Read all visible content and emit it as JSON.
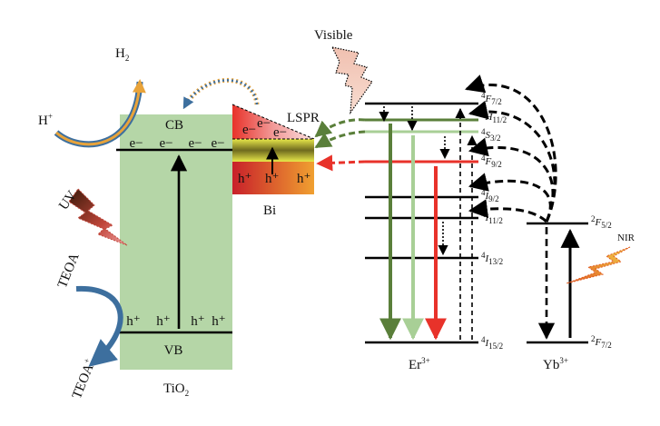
{
  "title": "",
  "tio2": {
    "label": "TiO",
    "label_sub": "2",
    "cb_label": "CB",
    "vb_label": "VB",
    "electrons": [
      "e−",
      "e−",
      "e−",
      "e−"
    ],
    "holes": [
      "h⁺",
      "h⁺",
      "h⁺",
      "h⁺"
    ]
  },
  "bi": {
    "label": "Bi",
    "electrons": [
      "e−",
      "e−",
      "e−"
    ],
    "holes": [
      "h⁺",
      "h⁺",
      "h⁺"
    ],
    "lspr_label": "LSPR"
  },
  "reactions": {
    "h2": "H",
    "h2_sub": "2",
    "hplus": "H",
    "hplus_sup": "+",
    "teoa": "TEOA",
    "teoa_plus": "TEOA",
    "teoa_plus_sup": "+"
  },
  "light": {
    "uv": "UV",
    "visible": "Visible",
    "nir": "NIR"
  },
  "er": {
    "label": "Er",
    "label_sup": "3+",
    "levels": [
      {
        "sup": "4",
        "main": "F",
        "sub": "7/2"
      },
      {
        "sup": "2",
        "main": "H",
        "sub": "11/2"
      },
      {
        "sup": "4",
        "main": "S",
        "sub": "3/2"
      },
      {
        "sup": "4",
        "main": "F",
        "sub": "9/2"
      },
      {
        "sup": "4",
        "main": "I",
        "sub": "9/2"
      },
      {
        "sup": "4",
        "main": "I",
        "sub": "11/2"
      },
      {
        "sup": "4",
        "main": "I",
        "sub": "13/2"
      },
      {
        "sup": "4",
        "main": "I",
        "sub": "15/2"
      }
    ]
  },
  "yb": {
    "label": "Yb",
    "label_sup": "3+",
    "levels": [
      {
        "sup": "2",
        "main": "F",
        "sub": "5/2"
      },
      {
        "sup": "2",
        "main": "F",
        "sub": "7/2"
      }
    ]
  },
  "colors": {
    "tio2_fill": "#b5d6a7",
    "green_dark": "#5a7f3a",
    "green_light": "#a8cf96",
    "red": "#e8322a",
    "blue_arrow": "#3d6f9e",
    "orange_arrow": "#e8a33a"
  }
}
